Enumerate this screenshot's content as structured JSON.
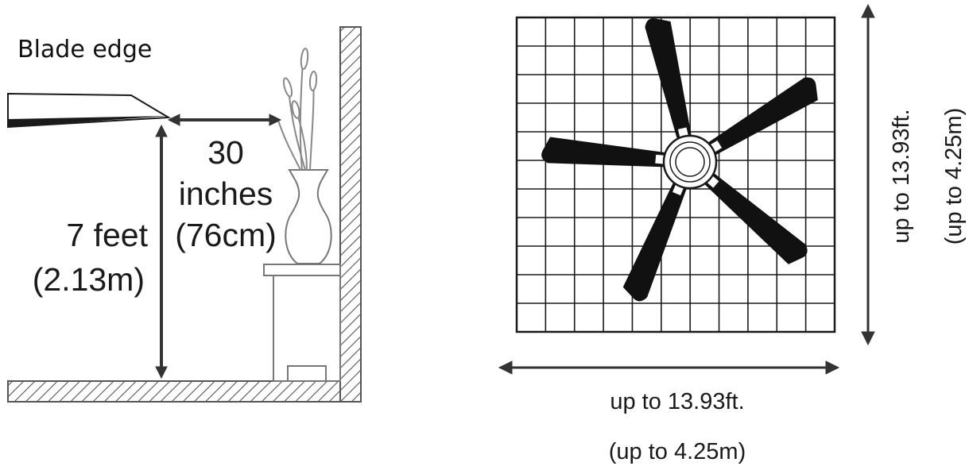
{
  "clearance_diagram": {
    "blade_label": "Blade edge",
    "horizontal_dimension": {
      "line1": "30",
      "line2": "inches",
      "line3": "(76cm)"
    },
    "vertical_dimension": {
      "line1": "7 feet",
      "line2": "(2.13m)"
    }
  },
  "room_diagram": {
    "grid": {
      "columns": 11,
      "rows": 11
    },
    "fan_blade_count": 5,
    "width_label": {
      "line1": "up to 13.93ft.",
      "line2": "(up to 4.25m)"
    },
    "depth_label": {
      "line1": "up to 13.93ft.",
      "line2": "(up to 4.25m)"
    }
  },
  "colors": {
    "line": "#1a1a1a",
    "blade": "#111111",
    "arrow": "#333333",
    "hatch": "#666666"
  }
}
